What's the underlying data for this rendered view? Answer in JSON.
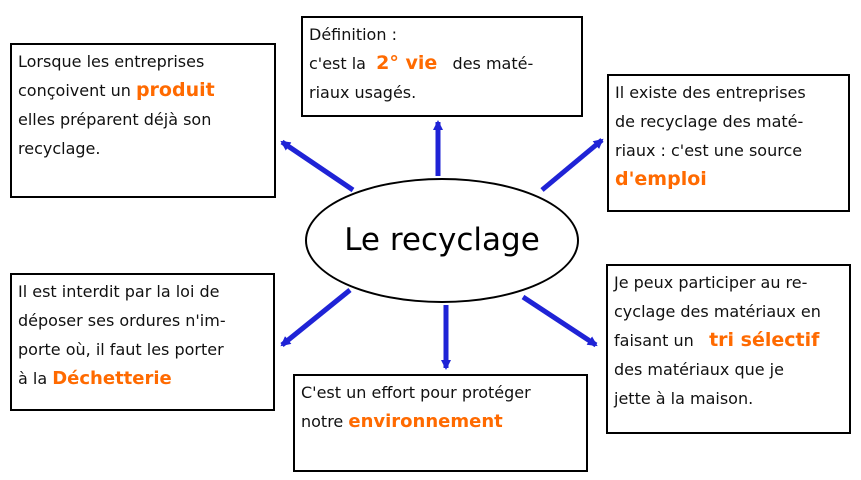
{
  "center": {
    "title": "Le recyclage"
  },
  "boxes": {
    "definition": {
      "line1": "Définition :",
      "line2_pre": "c'est la",
      "line2_hl": "2° vie",
      "line2_post": "des maté-",
      "line3": "riaux usagés."
    },
    "produit": {
      "line1": "Lorsque les entreprises",
      "line2_pre": "conçoivent un",
      "line2_hl": "produit",
      "line3": "elles préparent déjà son",
      "line4": "recyclage."
    },
    "emploi": {
      "line1": "Il existe des entreprises",
      "line2": "de recyclage des maté-",
      "line3": "riaux : c'est  une source",
      "line4_hl": "d'emploi"
    },
    "dechetterie": {
      "line1": "Il est interdit par la loi de",
      "line2": "déposer ses ordures n'im-",
      "line3": "porte où, il faut les porter",
      "line4_pre": "à la",
      "line4_hl": "Déchetterie"
    },
    "environnement": {
      "line1": "C'est un effort pour protéger",
      "line2_pre": "notre",
      "line2_hl": "environnement"
    },
    "tri": {
      "line1": "Je peux participer au re-",
      "line2": "cyclage des matériaux en",
      "line3_pre": "faisant un",
      "line3_hl": "tri sélectif",
      "line4": "des matériaux que je",
      "line5": "jette à la maison."
    }
  },
  "colors": {
    "highlight": "#ff6a00",
    "arrow": "#1f23d6",
    "border": "#000000"
  }
}
